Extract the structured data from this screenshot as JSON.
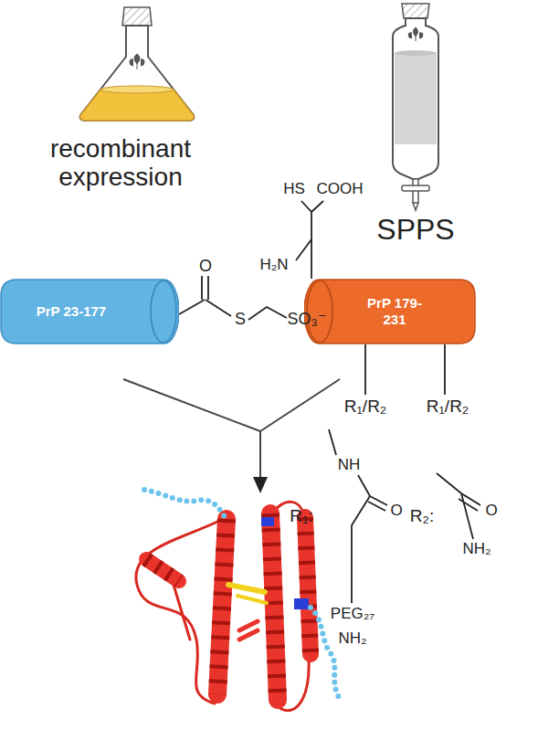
{
  "diagram": {
    "nodes": [
      {
        "text": [
          "PrP 23-177"
        ]
      },
      {
        "text": [
          "PrP 179-231"
        ]
      }
    ],
    "labels": [
      "recombinant expression",
      "SPPS",
      "O",
      "S",
      "SO₃⁻",
      "HS",
      "COOH",
      "H₂N",
      "R₁/R₂",
      "R₁/R₂",
      "NH",
      "R₁:",
      "O",
      "PEG₂₇",
      "NH₂",
      "R₂:",
      "O",
      "NH₂"
    ]
  }
}
